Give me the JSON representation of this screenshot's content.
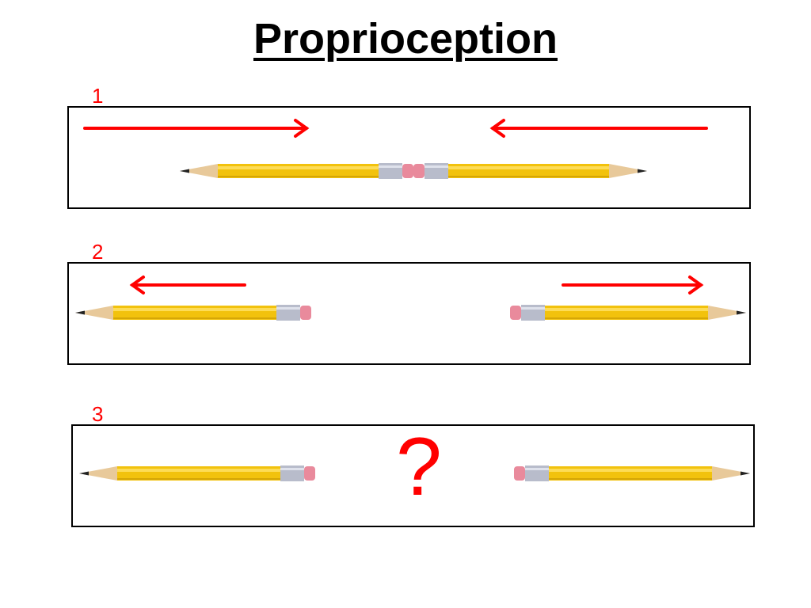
{
  "title": "Proprioception",
  "panels": [
    {
      "label": "1"
    },
    {
      "label": "2"
    },
    {
      "label": "3",
      "symbol": "?"
    }
  ],
  "colors": {
    "arrow": "#ff0000",
    "border": "#000000",
    "pencil_body": "#f2c20d",
    "pencil_body_light": "#ffe26a",
    "pencil_wood": "#e8c99a",
    "pencil_lead": "#222222",
    "ferrule": "#b8bccb",
    "eraser": "#e98a9c"
  }
}
